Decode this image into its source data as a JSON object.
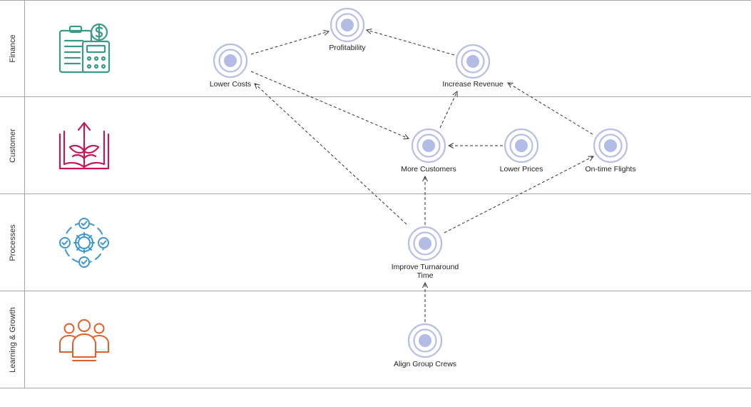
{
  "lanes": [
    {
      "label": "Finance",
      "icon": "finance-calculator-icon",
      "color": "#3a9a8a"
    },
    {
      "label": "Customer",
      "icon": "customer-book-plant-icon",
      "color": "#c0185a"
    },
    {
      "label": "Processes",
      "icon": "process-gear-icon",
      "color": "#3d97d3"
    },
    {
      "label": "Learning & Growth",
      "icon": "people-group-icon",
      "color": "#e0602b"
    }
  ],
  "nodes": {
    "profitability": {
      "label": "Profitability"
    },
    "lower_costs": {
      "label": "Lower Costs"
    },
    "increase_revenue": {
      "label": "Increase Revenue"
    },
    "more_customers": {
      "label": "More Customers"
    },
    "lower_prices": {
      "label": "Lower Prices"
    },
    "ontime_flights": {
      "label": "On-time Flights"
    },
    "improve_turnaround": {
      "label_line1": "Improve Turnaround",
      "label_line2": "Time"
    },
    "align_group_crews": {
      "label": "Align Group Crews"
    }
  },
  "edges": [
    {
      "from": "lower_costs",
      "to": "profitability"
    },
    {
      "from": "increase_revenue",
      "to": "profitability"
    },
    {
      "from": "lower_costs",
      "to": "more_customers"
    },
    {
      "from": "more_customers",
      "to": "increase_revenue"
    },
    {
      "from": "lower_prices",
      "to": "more_customers"
    },
    {
      "from": "ontime_flights",
      "to": "increase_revenue"
    },
    {
      "from": "improve_turnaround",
      "to": "lower_costs"
    },
    {
      "from": "improve_turnaround",
      "to": "more_customers"
    },
    {
      "from": "improve_turnaround",
      "to": "ontime_flights"
    },
    {
      "from": "align_group_crews",
      "to": "improve_turnaround"
    }
  ],
  "colors": {
    "node_ring": "#b6c0e4",
    "node_dot": "#b2bce4",
    "edge": "#333333",
    "lane_line": "#a6a6a6"
  }
}
